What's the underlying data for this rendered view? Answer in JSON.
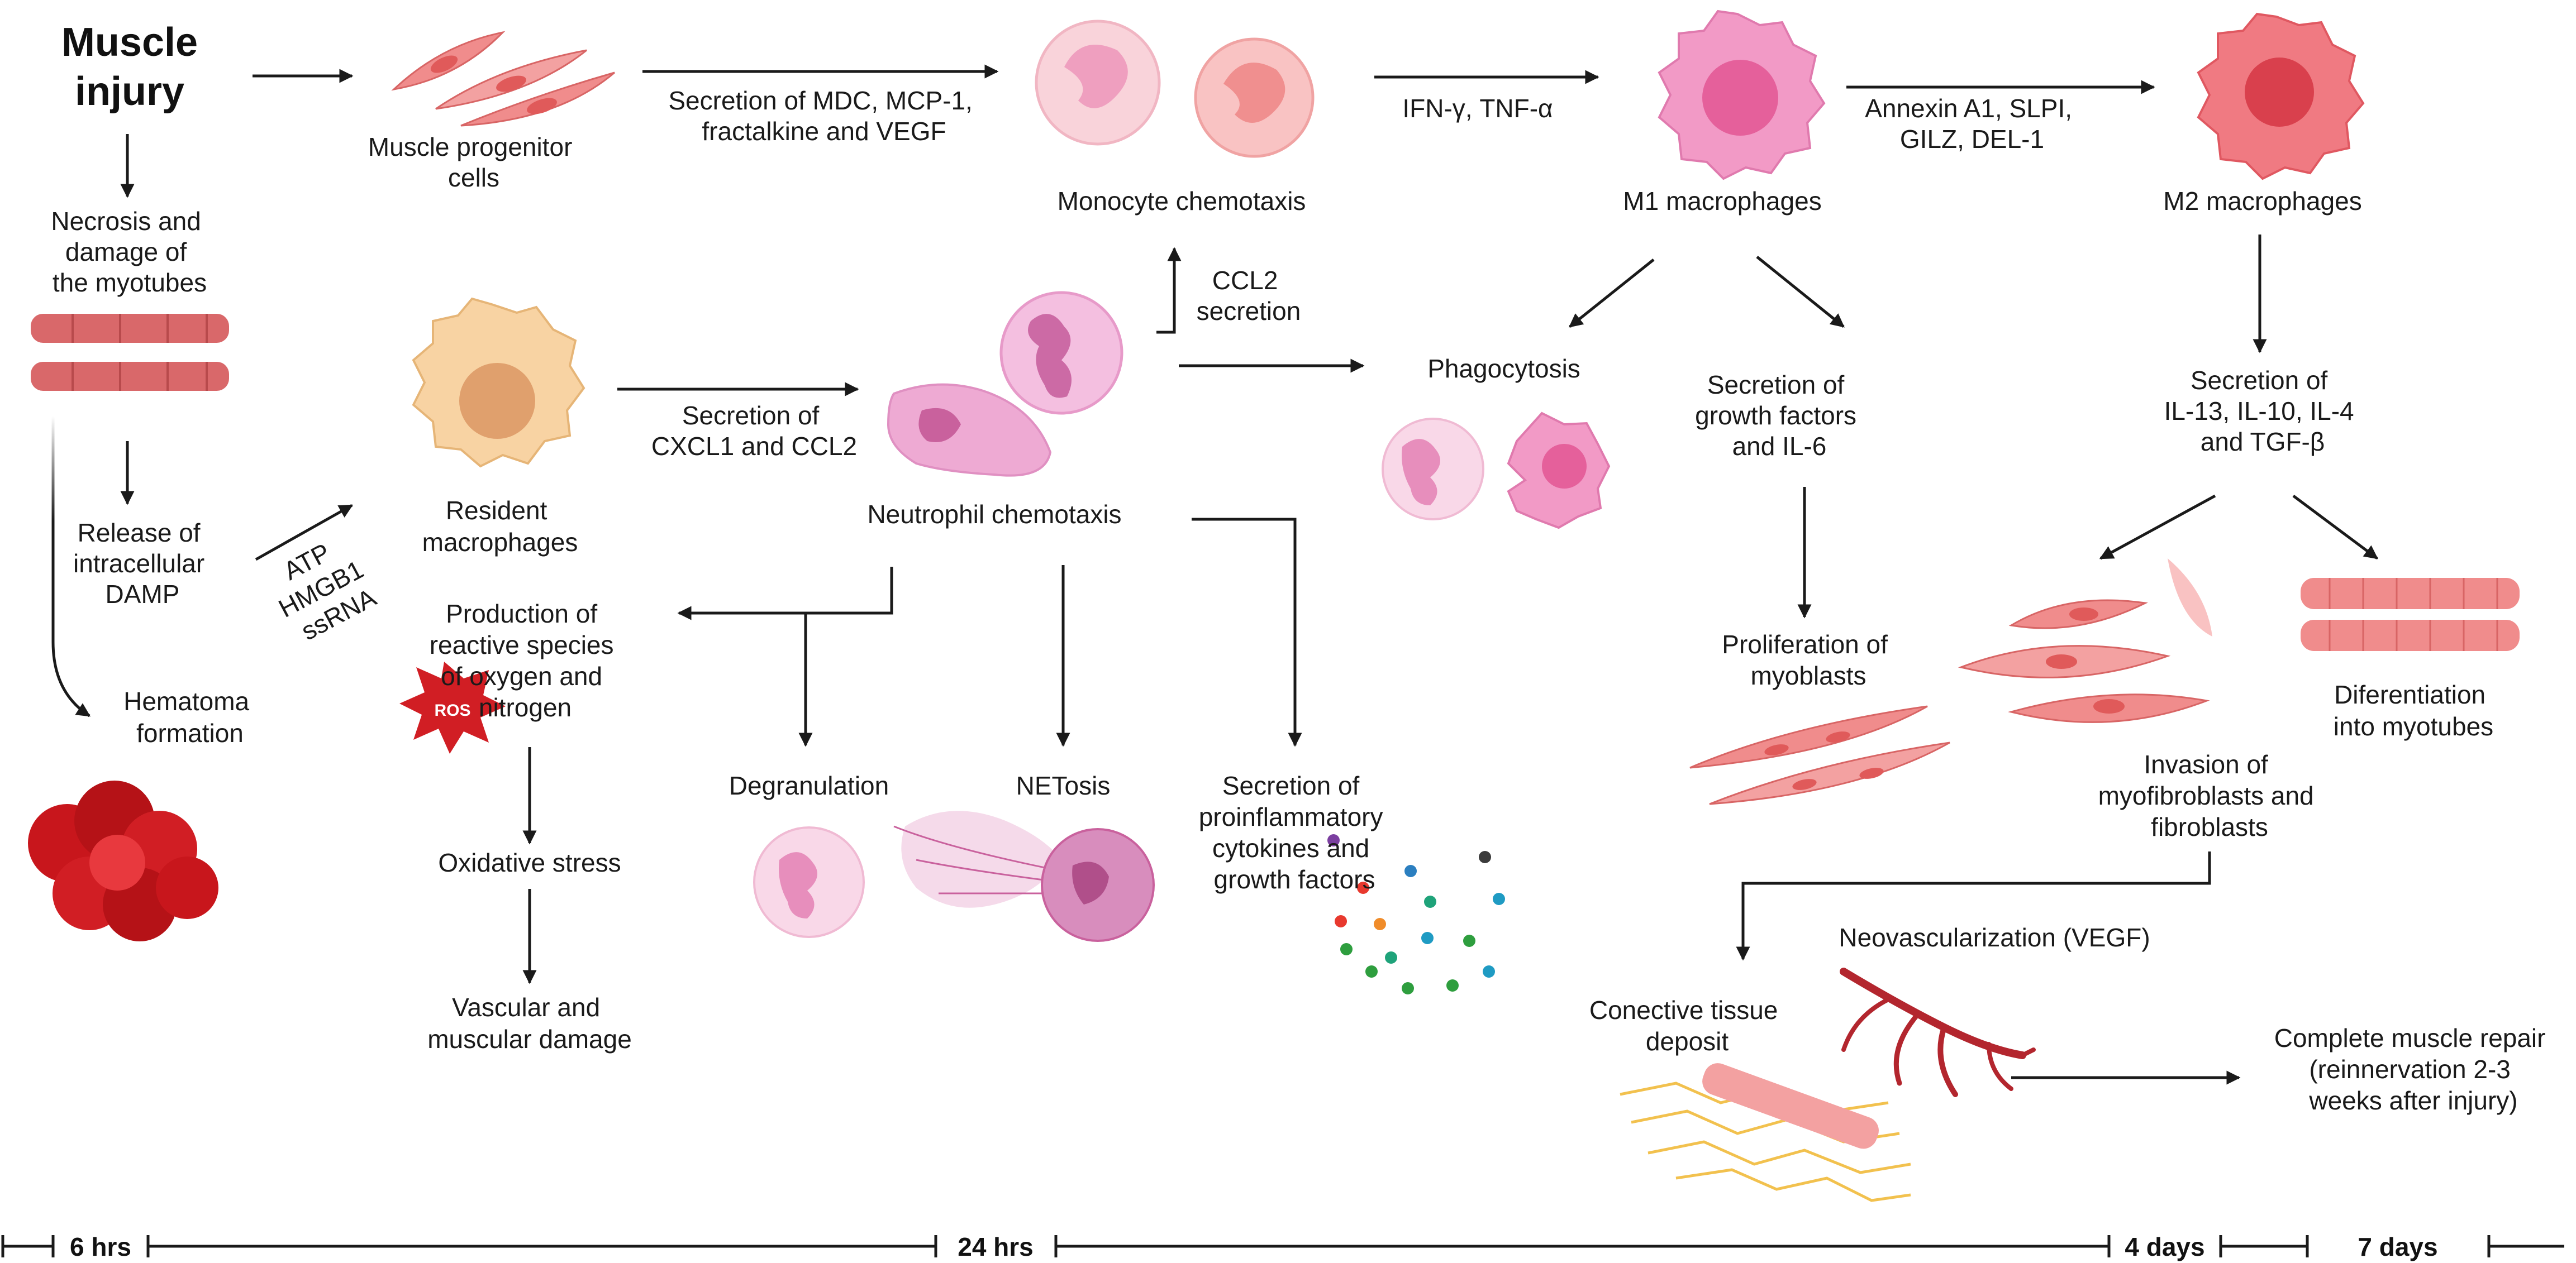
{
  "title": {
    "line1": "Muscle",
    "line2": "injury"
  },
  "labels": {
    "muscle_progenitor": [
      "Muscle progenitor",
      "cells"
    ],
    "secretion_mdc": [
      "Secretion of MDC, MCP-1,",
      "fractalkine and VEGF"
    ],
    "monocyte_chemotaxis": "Monocyte chemotaxis",
    "ifn_tnf": "IFN-γ, TNF-α",
    "m1": "M1 macrophages",
    "annexin": [
      "Annexin A1, SLPI,",
      "GILZ, DEL-1"
    ],
    "m2": "M2 macrophages",
    "necrosis": [
      "Necrosis and",
      "damage of",
      "the myotubes"
    ],
    "resident": [
      "Resident",
      "macrophages"
    ],
    "secretion_cxcl1": [
      "Secretion of",
      "CXCL1 and CCL2"
    ],
    "ccl2": [
      "CCL2",
      "secretion"
    ],
    "neutrophil": "Neutrophil chemotaxis",
    "phagocytosis": "Phagocytosis",
    "growth_factors": [
      "Secretion of",
      "growth factors",
      "and IL-6"
    ],
    "il13": [
      "Secretion of",
      "IL-13, IL-10, IL-4",
      "and TGF-β"
    ],
    "release": [
      "Release of",
      "intracellular",
      "DAMP"
    ],
    "damp_list": [
      "ATP",
      "HMGB1",
      "ssRNA"
    ],
    "hematoma": [
      "Hematoma",
      "formation"
    ],
    "reactive": [
      "Production of",
      "reactive species",
      "of oxygen and",
      "nitrogen"
    ],
    "ros": "ROS",
    "oxidative": "Oxidative stress",
    "vascular": [
      "Vascular and",
      "muscular damage"
    ],
    "degranulation": "Degranulation",
    "netosis": "NETosis",
    "proinflammatory": [
      "Secretion of",
      "proinflammatory",
      "cytokines and",
      "growth factors"
    ],
    "proliferation": [
      "Proliferation of",
      "myoblasts"
    ],
    "invasion": [
      "Invasion of",
      "myofibroblasts and",
      "fibroblasts"
    ],
    "differentiation": [
      "Diferentiation",
      "into myotubes"
    ],
    "neovascularization": "Neovascularization (VEGF)",
    "conective": [
      "Conective tissue",
      "deposit"
    ],
    "complete": [
      "Complete muscle repair",
      "(reinnervation 2-3",
      "weeks after injury)"
    ]
  },
  "timeline": {
    "t1": "6 hrs",
    "t2": "24 hrs",
    "t3": "4 days",
    "t4": "7 days"
  },
  "colors": {
    "muscle_pink": "#f08c8c",
    "monocyte_pink": "#f7c4cf",
    "m1_pink": "#ef8fbf",
    "m2_red": "#ef6b78",
    "resident_orange": "#f6cf9d",
    "neutrophil_pink": "#e79ac9",
    "blood_red": "#c8161c",
    "vessel_red": "#b3262e",
    "collagen_yellow": "#f2c14e"
  }
}
